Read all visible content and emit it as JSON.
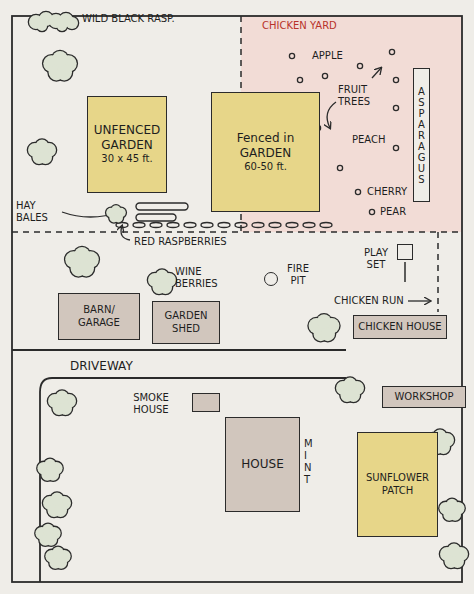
{
  "diagram": {
    "nodes": [
      {
        "text": [
          "UNFENCED GARDEN",
          "30 x 45 ft."
        ]
      },
      {
        "text": [
          "Fenced in GARDEN",
          "60-50 ft."
        ]
      },
      {
        "text": [
          "ASPARAGUS"
        ]
      },
      {
        "text": [
          "PLAY SET"
        ]
      },
      {
        "text": [
          "FIRE PIT"
        ]
      },
      {
        "text": [
          "BARN/ GARAGE"
        ]
      },
      {
        "text": [
          "GARDEN SHED"
        ]
      },
      {
        "text": [
          "CHICKEN HOUSE"
        ]
      },
      {
        "text": [
          "SMOKE HOUSE"
        ]
      },
      {
        "text": [
          "WORKSHOP"
        ]
      },
      {
        "text": [
          "HOUSE"
        ]
      },
      {
        "text": [
          "SUNFLOWER PATCH"
        ]
      }
    ],
    "labels": [
      "WILD BLACK RASP.",
      "CHICKEN YARD",
      "APPLE",
      "FRUIT TREES",
      "PEACH",
      "CHERRY",
      "PEAR",
      "HAY BALES",
      "RED RASPBERRIES",
      "WINE BERRIES",
      "CHICKEN RUN",
      "DRIVEWAY",
      "MINT"
    ]
  }
}
